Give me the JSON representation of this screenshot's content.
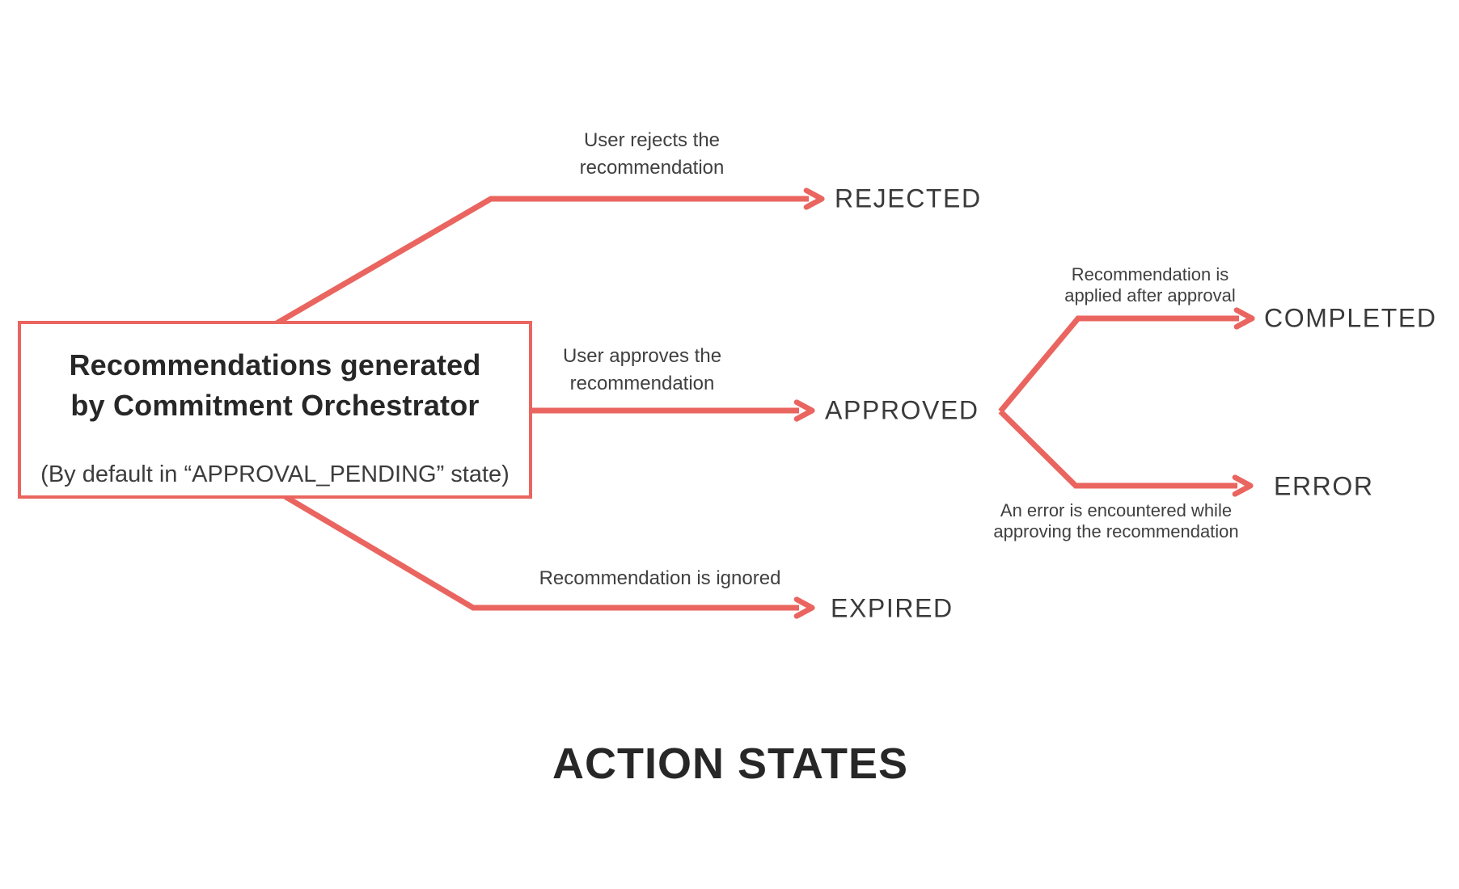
{
  "colors": {
    "accent": "#ea655f",
    "heading": "#272727",
    "state_text": "#3a3a3a",
    "label_text": "#404040"
  },
  "source_box": {
    "title": "Recommendations generated\nby Commitment Orchestrator",
    "subtitle": "(By default in “APPROVAL_PENDING” state)"
  },
  "edges": {
    "rejected": {
      "label": "User rejects the\nrecommendation",
      "state": "REJECTED"
    },
    "approved": {
      "label": "User approves the\nrecommendation",
      "state": "APPROVED"
    },
    "completed": {
      "label": "Recommendation is\napplied after approval",
      "state": "COMPLETED"
    },
    "error": {
      "label": "An error is encountered while\napproving the recommendation",
      "state": "ERROR"
    },
    "expired": {
      "label": "Recommendation is ignored",
      "state": "EXPIRED"
    }
  },
  "footer_title": "ACTION STATES"
}
